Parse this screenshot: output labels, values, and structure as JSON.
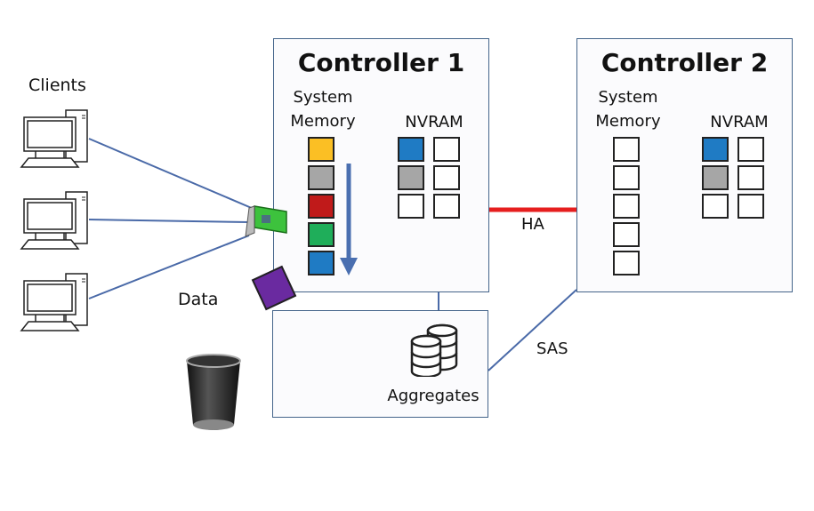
{
  "clients": {
    "label": "Clients",
    "count": 3
  },
  "data_label": "Data",
  "controller1": {
    "title": "Controller 1",
    "system_memory_label": [
      "System",
      "Memory"
    ],
    "nvram_label": "NVRAM",
    "system_memory_cells": [
      "#fbbf24",
      "#a6a6a6",
      "#c01a1a",
      "#1fae5a",
      "#1f7bc4"
    ],
    "nvram_cells": [
      "#1f7bc4",
      "#ffffff",
      "#a6a6a6",
      "#ffffff",
      "#ffffff",
      "#ffffff"
    ]
  },
  "controller2": {
    "title": "Controller 2",
    "system_memory_label": [
      "System",
      "Memory"
    ],
    "nvram_label": "NVRAM",
    "system_memory_cells": [
      "#ffffff",
      "#ffffff",
      "#ffffff",
      "#ffffff",
      "#ffffff"
    ],
    "nvram_cells": [
      "#1f7bc4",
      "#ffffff",
      "#a6a6a6",
      "#ffffff",
      "#ffffff",
      "#ffffff"
    ]
  },
  "ha_label": "HA",
  "sas_label": "SAS",
  "aggregates_label": "Aggregates",
  "colors": {
    "link": "#4a6aa8",
    "ha": "#e61e1e",
    "border": "#44648a",
    "arrow": "#4a6fb0",
    "data_block": "#6a2aa0"
  }
}
